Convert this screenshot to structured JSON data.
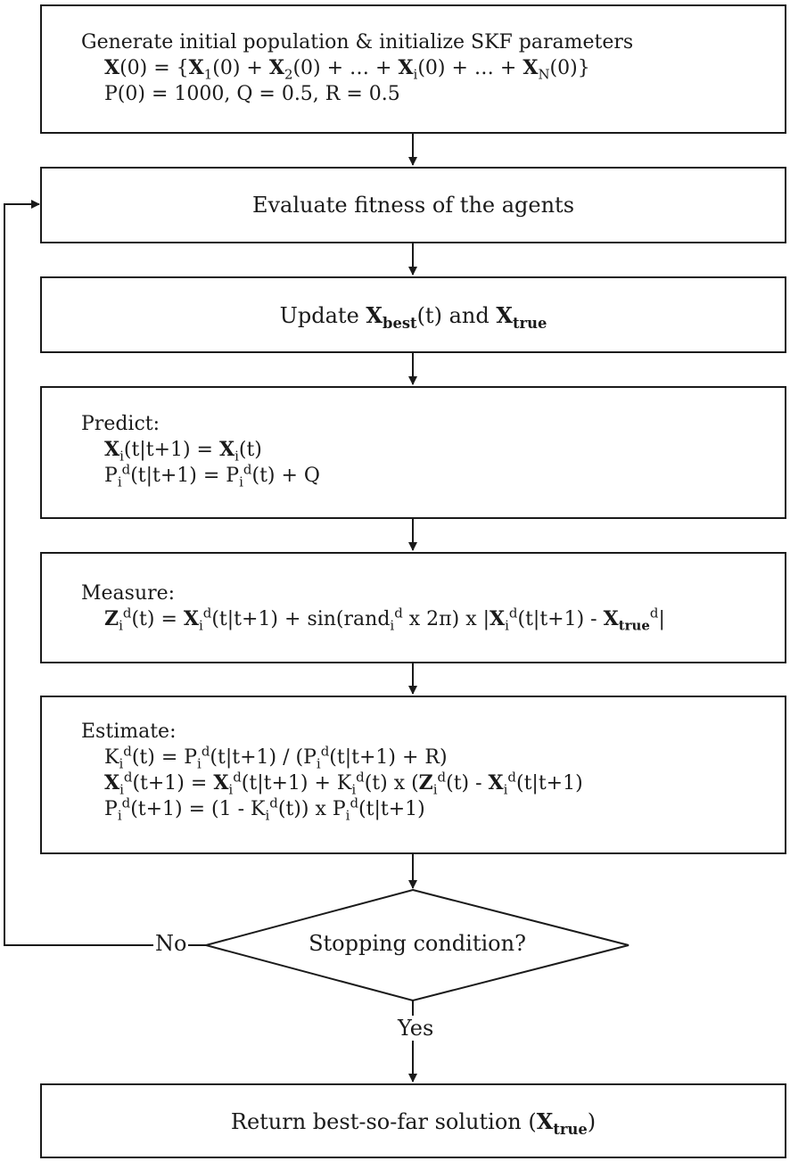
{
  "boxes": {
    "init": {
      "title": "Generate initial population & initialize SKF parameters",
      "X": "X",
      "t0": "(0) = {",
      "X1": "X",
      "s1": "1",
      "p1": "(0) + ",
      "X2": "X",
      "s2": "2",
      "p2": "(0) + … + ",
      "Xi": "X",
      "si": "i",
      "p3": "(0) + … + ",
      "XN": "X",
      "sN": "N",
      "p4": "(0)}",
      "params": "P(0) = 1000, Q = 0.5, R = 0.5"
    },
    "evaluate": {
      "text": "Evaluate fitness of the agents"
    },
    "update": {
      "pre": "Update ",
      "X1": "X",
      "sub1": "best",
      "mid": "(t) and ",
      "X2": "X",
      "sub2": "true"
    },
    "predict": {
      "title": "Predict:",
      "l1": {
        "X1": "X",
        "s1": "i",
        "a": "(t|t+1) = ",
        "X2": "X",
        "s2": "i",
        "b": "(t)"
      },
      "l2": {
        "P": "P",
        "s": "i",
        "d": "d",
        "a": "(t|t+1) = P",
        "s2": "i",
        "d2": "d",
        "b": "(t) + Q"
      }
    },
    "measure": {
      "title": "Measure:",
      "Z": "Z",
      "s1": "i",
      "d1": "d",
      "a": "(t) = ",
      "X1": "X",
      "s2": "i",
      "d2": "d",
      "b": "(t|t+1) + sin(rand",
      "s3": "i",
      "d3": "d",
      "c": " x 2π) x |",
      "X2": "X",
      "s4": "i",
      "d4": "d",
      "e": "(t|t+1) - ",
      "X3": "X",
      "s5": "true",
      "d5": "d",
      "f": "|"
    },
    "estimate": {
      "title": "Estimate:",
      "l1": {
        "K": "K",
        "s1": "i",
        "d1": "d",
        "a": "(t) = P",
        "s2": "i",
        "d2": "d",
        "b": "(t|t+1) / (P",
        "s3": "i",
        "d3": "d",
        "c": "(t|t+1) + R)"
      },
      "l2": {
        "X1": "X",
        "s1": "i",
        "d1": "d",
        "a": "(t+1) = ",
        "X2": "X",
        "s2": "i",
        "d2": "d",
        "b": "(t|t+1) + K",
        "s3": "i",
        "d3": "d",
        "c": "(t) x (",
        "Z": "Z",
        "s4": "i",
        "d4": "d",
        "e": "(t) - ",
        "X3": "X",
        "s5": "i",
        "d5": "d",
        "f": "(t|t+1)"
      },
      "l3": {
        "P": "P",
        "s1": "i",
        "d1": "d",
        "a": "(t+1) = (1 - K",
        "s2": "i",
        "d2": "d",
        "b": "(t)) x P",
        "s3": "i",
        "d3": "d",
        "c": "(t|t+1)"
      }
    },
    "stop": {
      "text": "Stopping condition?"
    },
    "ret": {
      "pre": "Return best-so-far solution (",
      "X": "X",
      "sub": "true",
      "post": ")"
    }
  },
  "labels": {
    "no": "No",
    "yes": "Yes"
  }
}
